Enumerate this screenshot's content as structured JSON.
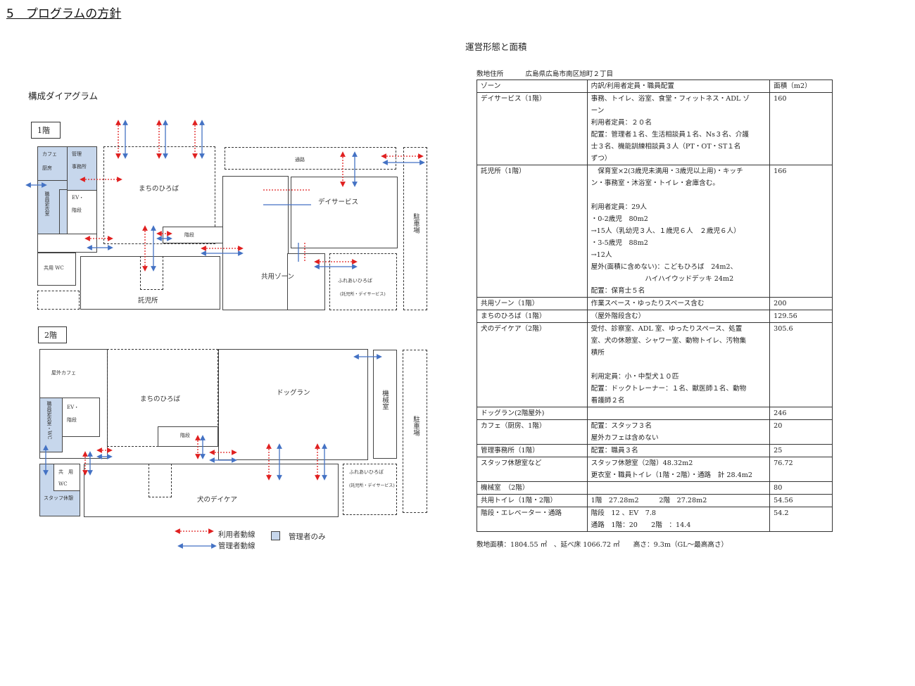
{
  "title": "5　プログラムの方針",
  "diagram": {
    "heading": "構成ダイアグラム",
    "floor1": {
      "label": "1階",
      "cafe": "カフェ",
      "kitchen": "厨房",
      "office1": "管理",
      "office2": "事務所",
      "locker": "職員更衣室",
      "ev1": "EV・",
      "ev2": "階段",
      "wc": "共用 WC",
      "plaza": "まちのひろば",
      "stairs": "階段",
      "nursery": "託児所",
      "passage": "通路",
      "common": "共用ゾーン",
      "dayservice": "デイサービス",
      "fureai": "ふれあいひろば",
      "fureai_sub": "(託児所・デイサービス)",
      "parking": "駐車場"
    },
    "floor2": {
      "label": "2階",
      "cafe": "屋外カフェ",
      "locker": "職員更衣室・WC",
      "ev1": "EV・",
      "ev2": "階段",
      "plaza": "まちのひろば",
      "stairs": "階段",
      "dogrun": "ドッグラン",
      "machine": "機械室",
      "parking": "駐車場",
      "wc1": "共　用",
      "wc2": "WC",
      "rest": "スタッフ休憩",
      "dogcare": "犬のデイケア",
      "fureai": "ふれあいひろば",
      "fureai_sub": "(託児所・デイサービス)"
    },
    "legend": {
      "user": "利用者動線",
      "staff": "管理者動線",
      "admin_only": "管理者のみ"
    },
    "colors": {
      "user": "#e02020",
      "staff": "#4472c4",
      "admin": "#c7d7ec"
    }
  },
  "table_section": {
    "heading": "運営形態と面積",
    "address_label": "敷地住所",
    "address": "広島県広島市南区旭町２丁目",
    "headers": [
      "ゾーン",
      "内訳/利用者定員・職員配置",
      "面積（m2）"
    ],
    "rows": [
      {
        "zone": "デイサービス（1階）",
        "detail": "事務、トイレ、浴室、食堂・フィットネス・ADL ゾ\nーン\n利用者定員：２０名\n配置：管理者１名、生活相談員１名、Ns３名、介護\n士３名、機能訓練相談員３人（PT・OT・ST１名\nずつ）",
        "area": "160"
      },
      {
        "zone": "託児所（1階）",
        "detail": "　保育室×2(3歳児未満用・3歳児以上用)・キッチ\nン・事務室・沐浴室・トイレ・倉庫含む。\n\n利用者定員：29人\n・0-2歳児　80m2\n→15人（乳幼児３人、１歳児６人　２歳児６人）\n・3-5歳児　88m2\n→12人\n屋外(面積に含めない)：こどもひろば　24m2、\n　　　　　　　　ハイハイウッドデッキ 24m2\n配置：保育士５名",
        "area": "166"
      },
      {
        "zone": "共用ゾーン（1階）",
        "detail": "作業スペース・ゆったりスペース含む",
        "area": "200"
      },
      {
        "zone": "まちのひろば（1階）",
        "detail": "（屋外階段含む）",
        "area": "129.56"
      },
      {
        "zone": "犬のデイケア（2階）",
        "detail": "受付、診察室、ADL 室、ゆったりスペース、処置\n室、犬の休憩室、シャワー室、動物トイレ、汚物集\n積所\n\n利用定員：小・中型犬１０匹\n配置：ドックトレーナー：１名、獣医師１名、動物\n看護師２名",
        "area": "305.6"
      },
      {
        "zone": "ドッグラン(2階屋外)",
        "detail": "",
        "area": "246"
      },
      {
        "zone": "カフェ（厨房、1階）",
        "detail": "配置：スタッフ３名\n屋外カフェは含めない",
        "area": "20"
      },
      {
        "zone": "管理事務所（1階）",
        "detail": "配置：職員３名",
        "area": "25"
      },
      {
        "zone": "スタッフ休憩室など",
        "detail": "スタッフ休憩室（2階）48.32m2\n更衣室・職員トイレ（1階・2階）・通路　計 28.4m2",
        "area": "76.72"
      },
      {
        "zone": "機械室　（2階）",
        "detail": "",
        "area": "80"
      },
      {
        "zone": "共用トイレ（1階・2階）",
        "detail": "1階　27.28m2　　　2階　27.28m2",
        "area": "54.56"
      },
      {
        "zone": "階段・エレベーター・通路",
        "detail": "階段　12 、EV　7.8\n通路　1階：20　　2階　：14.4",
        "area": "54.2"
      }
    ],
    "footer": "敷地面積：1804.55 ㎡　、延べ床 1066.72 ㎡　　高さ：9.3m（GL～最高高さ）"
  }
}
